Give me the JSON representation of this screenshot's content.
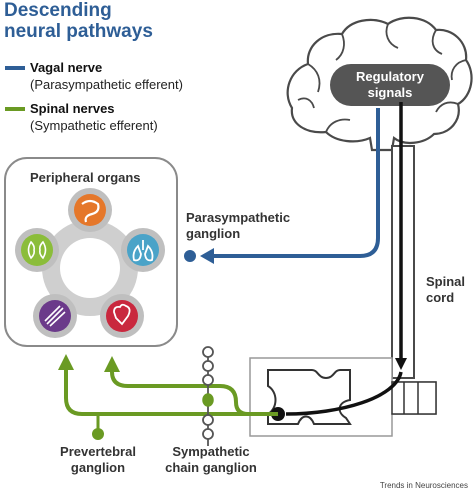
{
  "title": {
    "line1": "Descending",
    "line2": "neural pathways"
  },
  "legend": {
    "vagal": {
      "name": "Vagal nerve",
      "note": "(Parasympathetic efferent)",
      "color": "#2e5e96"
    },
    "spinal": {
      "name": "Spinal nerves",
      "note": "(Sympathetic efferent)",
      "color": "#6a9a23"
    }
  },
  "labels": {
    "peripheral_organs": "Peripheral organs",
    "parasympathetic_ganglion_line1": "Parasympathetic",
    "parasympathetic_ganglion_line2": "ganglion",
    "regulatory_signals_line1": "Regulatory",
    "regulatory_signals_line2": "signals",
    "spinal_cord_line1": "Spinal",
    "spinal_cord_line2": "cord",
    "prevertebral_ganglion_line1": "Prevertebral",
    "prevertebral_ganglion_line2": "ganglion",
    "sympathetic_chain_ganglion_line1": "Sympathetic",
    "sympathetic_chain_ganglion_line2": "chain ganglion"
  },
  "organs": [
    {
      "name": "gut-icon",
      "color": "#e5772a"
    },
    {
      "name": "lungs-icon",
      "color": "#4aa3c8"
    },
    {
      "name": "heart-icon",
      "color": "#c9283e"
    },
    {
      "name": "muscle-icon",
      "color": "#6b3a8a"
    },
    {
      "name": "kidneys-icon",
      "color": "#8bbd3a"
    }
  ],
  "credit": "Trends in Neurosciences"
}
